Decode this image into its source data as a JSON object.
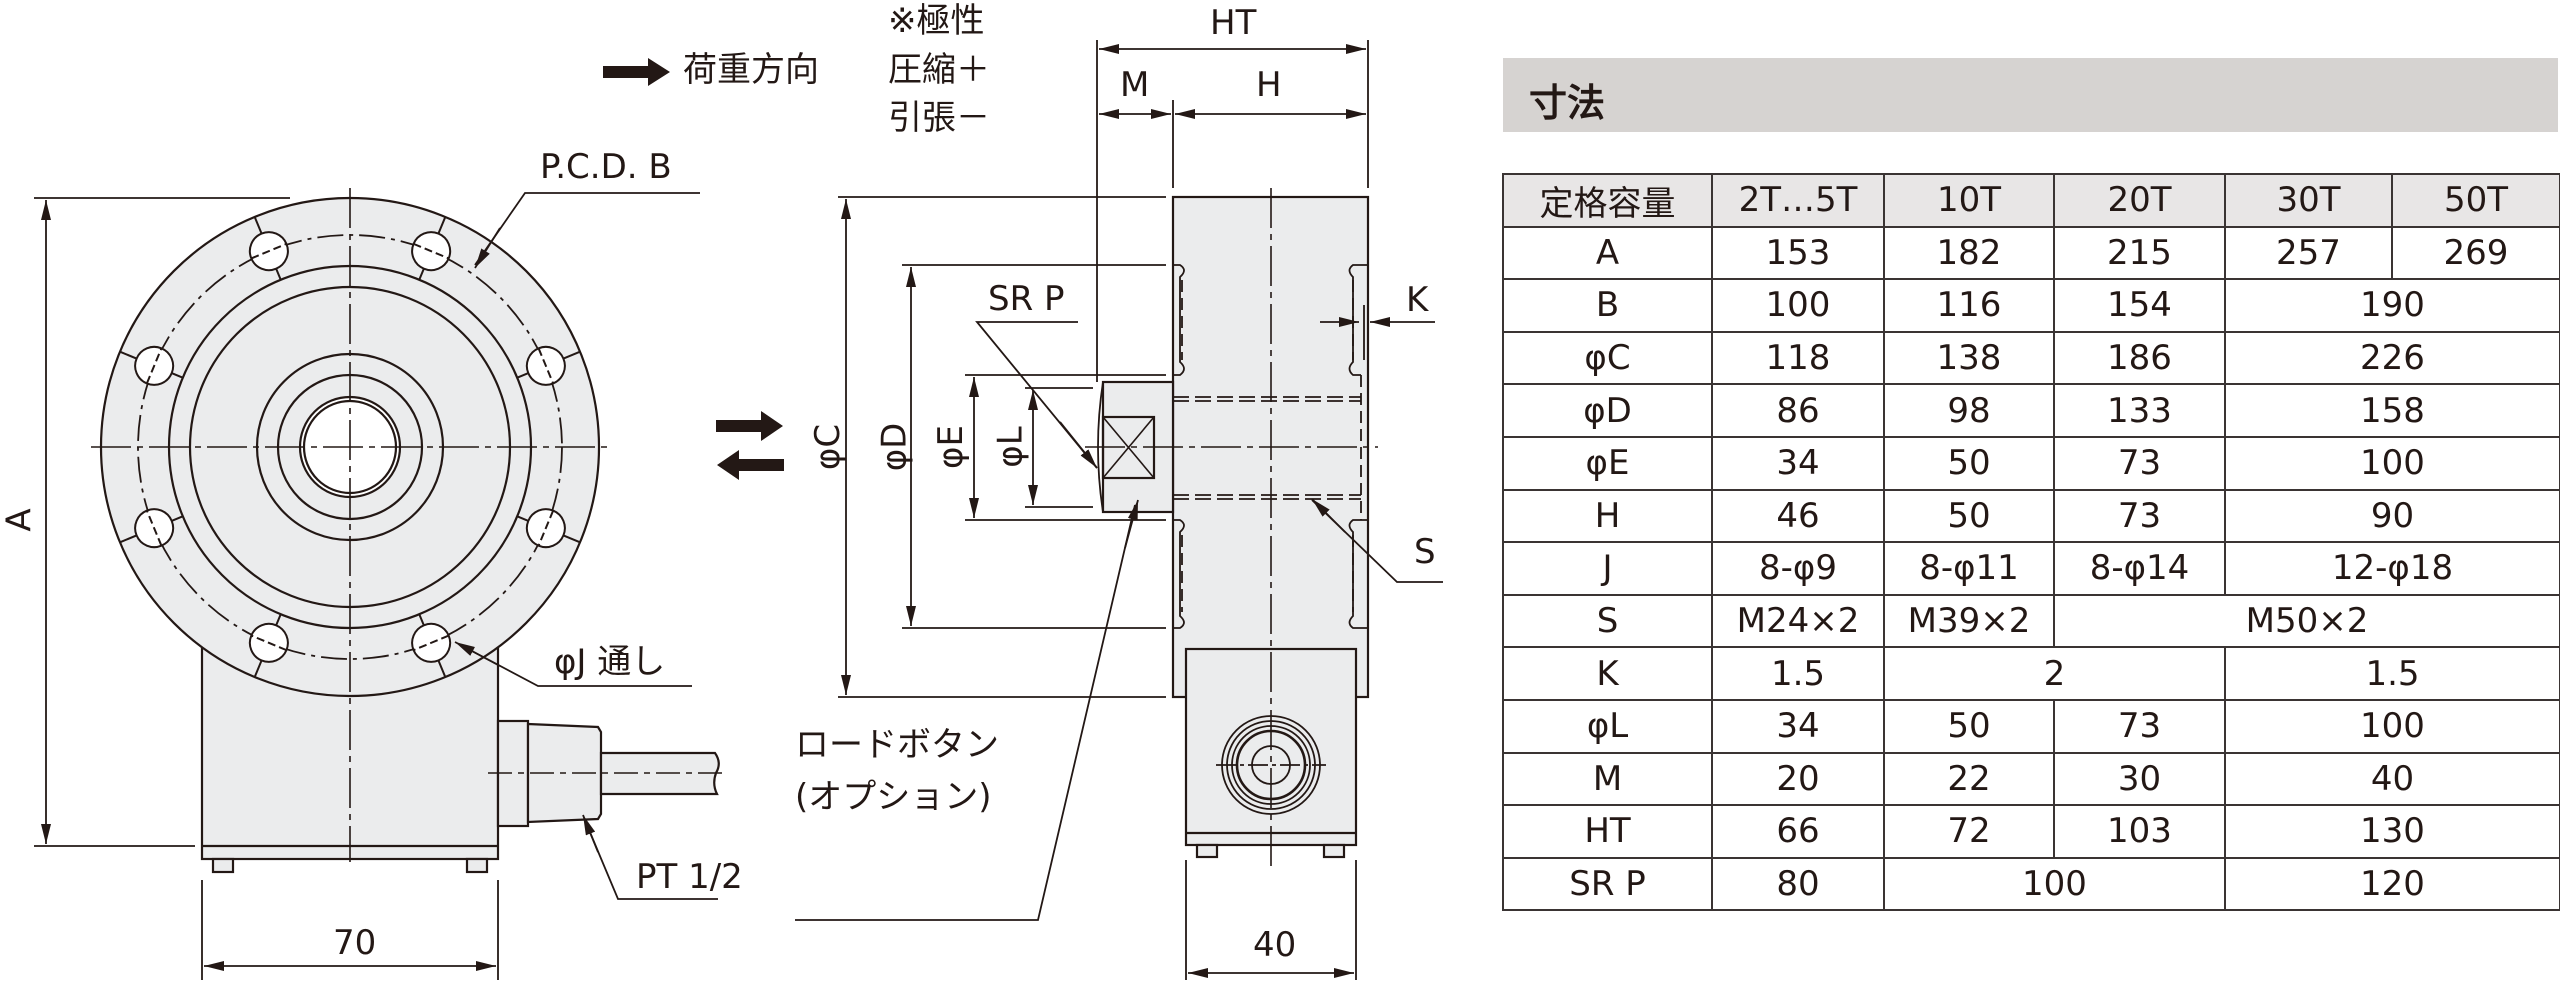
{
  "legend": {
    "load_direction_label": "荷重方向",
    "polarity_title": "※極性",
    "compression_label": "圧縮＋",
    "tension_label": "引張－"
  },
  "front_view": {
    "pcd_label": "P.C.D. B",
    "hole_label": "φJ 通し",
    "height_label": "A",
    "width_value": "70",
    "port_label": "PT 1/2",
    "bolt_hole_count": 8
  },
  "side_view": {
    "ht_label": "HT",
    "m_label": "M",
    "h_label": "H",
    "srp_label": "SR P",
    "k_label": "K",
    "s_label": "S",
    "phi_c_label": "φC",
    "phi_d_label": "φD",
    "phi_e_label": "φE",
    "phi_l_label": "φL",
    "load_button_label": "ロードボタン",
    "option_label": "(オプション)",
    "width_value": "40"
  },
  "dimensions": {
    "title": "寸法",
    "header": [
      "定格容量",
      "2T…5T",
      "10T",
      "20T",
      "30T",
      "50T"
    ],
    "rows": [
      {
        "label": "A",
        "cells": [
          {
            "v": "153",
            "span": 1
          },
          {
            "v": "182",
            "span": 1
          },
          {
            "v": "215",
            "span": 1
          },
          {
            "v": "257",
            "span": 1
          },
          {
            "v": "269",
            "span": 1
          }
        ]
      },
      {
        "label": "B",
        "cells": [
          {
            "v": "100",
            "span": 1
          },
          {
            "v": "116",
            "span": 1
          },
          {
            "v": "154",
            "span": 1
          },
          {
            "v": "190",
            "span": 2
          }
        ]
      },
      {
        "label": "φC",
        "cells": [
          {
            "v": "118",
            "span": 1
          },
          {
            "v": "138",
            "span": 1
          },
          {
            "v": "186",
            "span": 1
          },
          {
            "v": "226",
            "span": 2
          }
        ]
      },
      {
        "label": "φD",
        "cells": [
          {
            "v": "86",
            "span": 1
          },
          {
            "v": "98",
            "span": 1
          },
          {
            "v": "133",
            "span": 1
          },
          {
            "v": "158",
            "span": 2
          }
        ]
      },
      {
        "label": "φE",
        "cells": [
          {
            "v": "34",
            "span": 1
          },
          {
            "v": "50",
            "span": 1
          },
          {
            "v": "73",
            "span": 1
          },
          {
            "v": "100",
            "span": 2
          }
        ]
      },
      {
        "label": "H",
        "cells": [
          {
            "v": "46",
            "span": 1
          },
          {
            "v": "50",
            "span": 1
          },
          {
            "v": "73",
            "span": 1
          },
          {
            "v": "90",
            "span": 2
          }
        ]
      },
      {
        "label": "J",
        "cells": [
          {
            "v": "8-φ9",
            "span": 1
          },
          {
            "v": "8-φ11",
            "span": 1
          },
          {
            "v": "8-φ14",
            "span": 1
          },
          {
            "v": "12-φ18",
            "span": 2
          }
        ]
      },
      {
        "label": "S",
        "cells": [
          {
            "v": "M24×2",
            "span": 1
          },
          {
            "v": "M39×2",
            "span": 1
          },
          {
            "v": "M50×2",
            "span": 3
          }
        ]
      },
      {
        "label": "K",
        "cells": [
          {
            "v": "1.5",
            "span": 1
          },
          {
            "v": "2",
            "span": 2
          },
          {
            "v": "1.5",
            "span": 2
          }
        ]
      },
      {
        "label": "φL",
        "cells": [
          {
            "v": "34",
            "span": 1
          },
          {
            "v": "50",
            "span": 1
          },
          {
            "v": "73",
            "span": 1
          },
          {
            "v": "100",
            "span": 2
          }
        ]
      },
      {
        "label": "M",
        "cells": [
          {
            "v": "20",
            "span": 1
          },
          {
            "v": "22",
            "span": 1
          },
          {
            "v": "30",
            "span": 1
          },
          {
            "v": "40",
            "span": 2
          }
        ]
      },
      {
        "label": "HT",
        "cells": [
          {
            "v": "66",
            "span": 1
          },
          {
            "v": "72",
            "span": 1
          },
          {
            "v": "103",
            "span": 1
          },
          {
            "v": "130",
            "span": 2
          }
        ]
      },
      {
        "label": "SR P",
        "cells": [
          {
            "v": "80",
            "span": 1
          },
          {
            "v": "100",
            "span": 2
          },
          {
            "v": "120",
            "span": 2
          }
        ]
      }
    ]
  },
  "colors": {
    "line": "#231815",
    "part_fill": "#ebeced",
    "header_bar": "#d6d3d1",
    "table_header": "#e8e6e6"
  }
}
